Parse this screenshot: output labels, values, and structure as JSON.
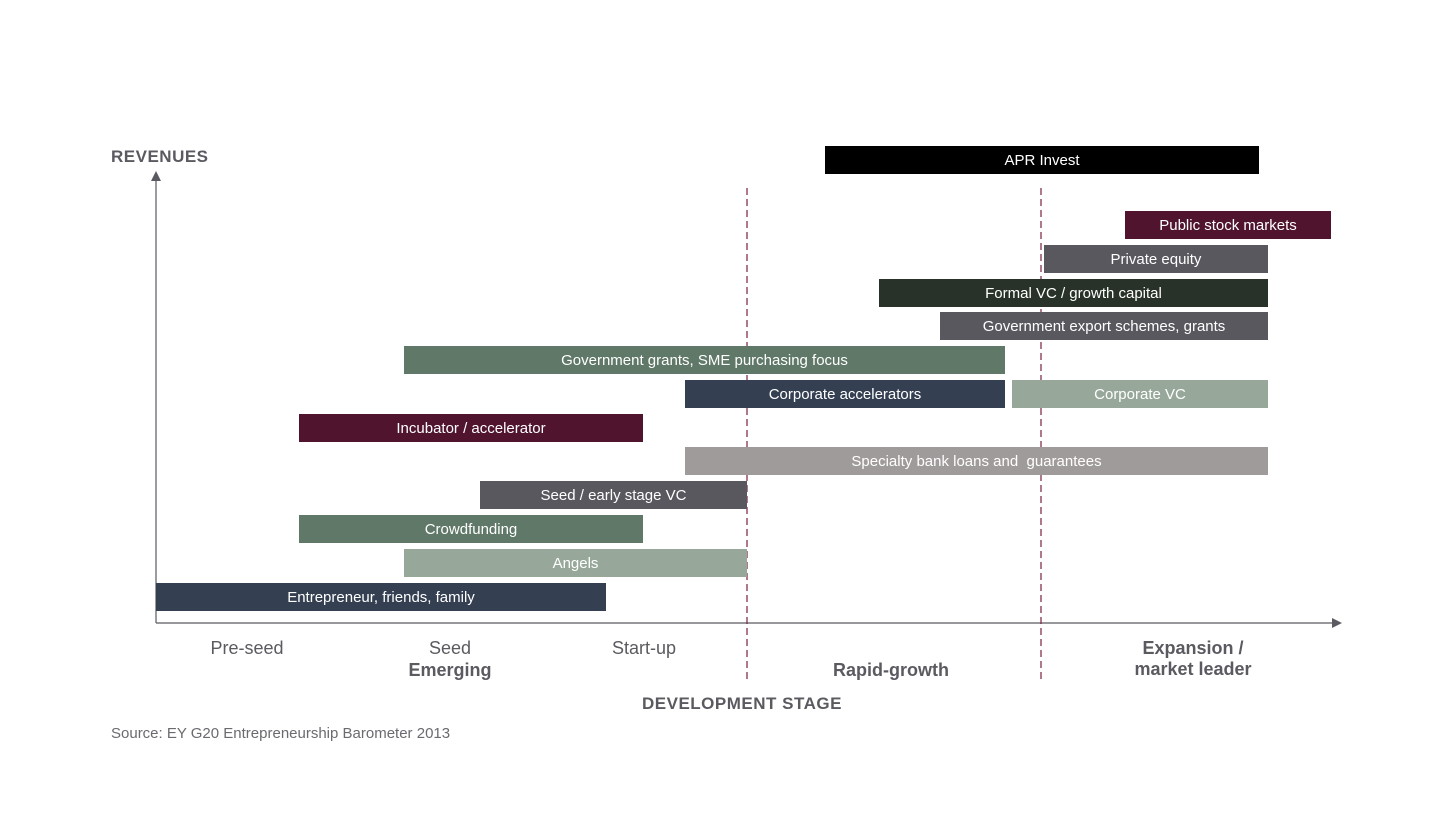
{
  "axes": {
    "y_title": "REVENUES",
    "x_title": "DEVELOPMENT STAGE"
  },
  "stages": {
    "pre_seed": "Pre-seed",
    "seed": "Seed",
    "start_up": "Start-up",
    "emerging": "Emerging",
    "rapid_growth": "Rapid-growth",
    "expansion_line1": "Expansion /",
    "expansion_line2": "market leader"
  },
  "source": "Source: EY G20 Entrepreneurship Barometer 2013",
  "colors": {
    "navy": "#343f52",
    "green_gray": "#5f7868",
    "light_green_gray": "#97a89a",
    "charcoal": "#58585e",
    "maroon": "#50142e",
    "light_gray": "#a09b9b",
    "dark_green": "#283228",
    "black": "#000000",
    "axis": "#5a5a60",
    "divider": "#7a2040"
  },
  "bars": [
    {
      "id": "apr-invest",
      "label": "APR Invest",
      "color": "#000000"
    },
    {
      "id": "public-stock-markets",
      "label": "Public stock markets",
      "color": "#50142e"
    },
    {
      "id": "private-equity",
      "label": "Private equity",
      "color": "#58585e"
    },
    {
      "id": "formal-vc",
      "label": "Formal VC / growth capital",
      "color": "#283228"
    },
    {
      "id": "gov-export",
      "label": "Government export schemes, grants",
      "color": "#58585e"
    },
    {
      "id": "gov-grants",
      "label": "Government grants, SME purchasing focus",
      "color": "#5f7868"
    },
    {
      "id": "corporate-accelerators",
      "label": "Corporate accelerators",
      "color": "#343f52"
    },
    {
      "id": "corporate-vc",
      "label": "Corporate VC",
      "color": "#97a89a"
    },
    {
      "id": "incubator",
      "label": "Incubator / accelerator",
      "color": "#50142e"
    },
    {
      "id": "specialty-bank",
      "label": "Specialty bank loans and  guarantees",
      "color": "#a09b9b"
    },
    {
      "id": "seed-vc",
      "label": "Seed / early stage VC",
      "color": "#58585e"
    },
    {
      "id": "crowdfunding",
      "label": "Crowdfunding",
      "color": "#5f7868"
    },
    {
      "id": "angels",
      "label": "Angels",
      "color": "#97a89a"
    },
    {
      "id": "entrepreneur",
      "label": "Entrepreneur, friends, family",
      "color": "#343f52"
    }
  ]
}
